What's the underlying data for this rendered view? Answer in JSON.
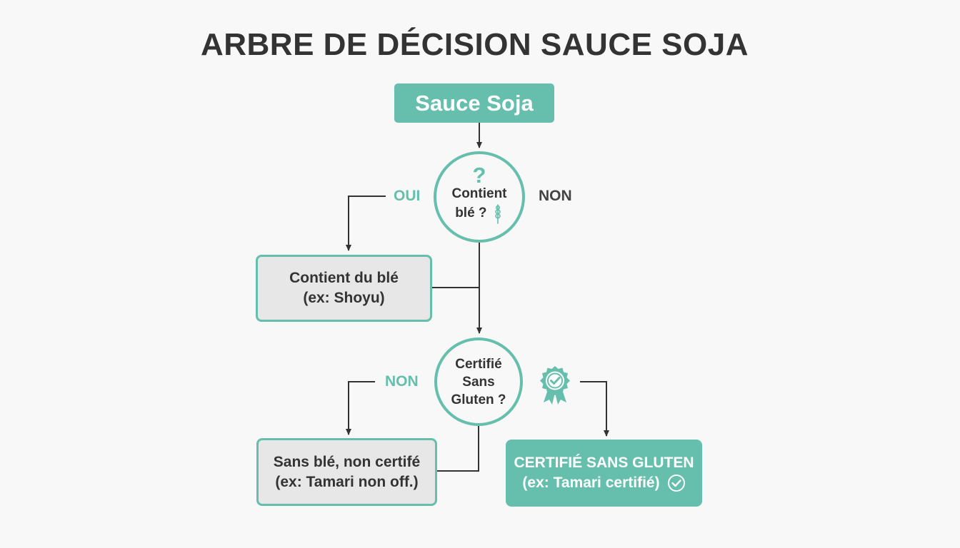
{
  "title": "ARBRE DE DÉCISION SAUCE SOJA",
  "root": {
    "label": "Sauce Soja"
  },
  "decision1": {
    "line1": "Contient",
    "line2": "blé ?",
    "yes_label": "OUI",
    "no_label": "NON"
  },
  "result_wheat": {
    "line1": "Contient du blé",
    "line2": "(ex: Shoyu)"
  },
  "decision2": {
    "line1": "Certifié Sans",
    "line2": "Gluten ?",
    "no_label": "NON"
  },
  "result_not_certified": {
    "line1": "Sans blé, non certifé",
    "line2": "(ex: Tamari non off.)"
  },
  "result_certified": {
    "line1": "CERTIFIÉ SANS GLUTEN",
    "line2": "(ex: Tamari certifié)"
  },
  "colors": {
    "accent": "#65bfac",
    "text": "#333333",
    "box_fill": "#e7e7e7",
    "background": "#f7f8f7"
  },
  "icons": [
    "question-mark-icon",
    "wheat-icon",
    "certified-badge-icon",
    "check-circle-icon"
  ]
}
